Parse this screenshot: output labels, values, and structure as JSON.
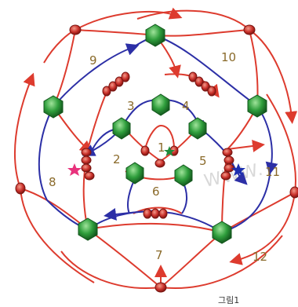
{
  "diagram": {
    "regions": [
      {
        "id": "r1",
        "label": "1"
      },
      {
        "id": "r2",
        "label": "2"
      },
      {
        "id": "r3",
        "label": "3"
      },
      {
        "id": "r4",
        "label": "4"
      },
      {
        "id": "r5",
        "label": "5"
      },
      {
        "id": "r6",
        "label": "6"
      },
      {
        "id": "r7",
        "label": "7"
      },
      {
        "id": "r8",
        "label": "8"
      },
      {
        "id": "r9",
        "label": "9"
      },
      {
        "id": "r10",
        "label": "10"
      },
      {
        "id": "r11",
        "label": "11"
      },
      {
        "id": "r12",
        "label": "12"
      }
    ],
    "caption": "그림1",
    "watermark": "WWW.",
    "colors": {
      "red_thread": "#dd3b2e",
      "blue_thread": "#2c2fa6",
      "green_bead": "#2f9e3c",
      "red_bead": "#c9302a",
      "region_number": "#8a6a2a",
      "pink_star": "#e8327c",
      "navy_star": "#1c2fb0",
      "green_star": "#1f8a3a"
    }
  }
}
